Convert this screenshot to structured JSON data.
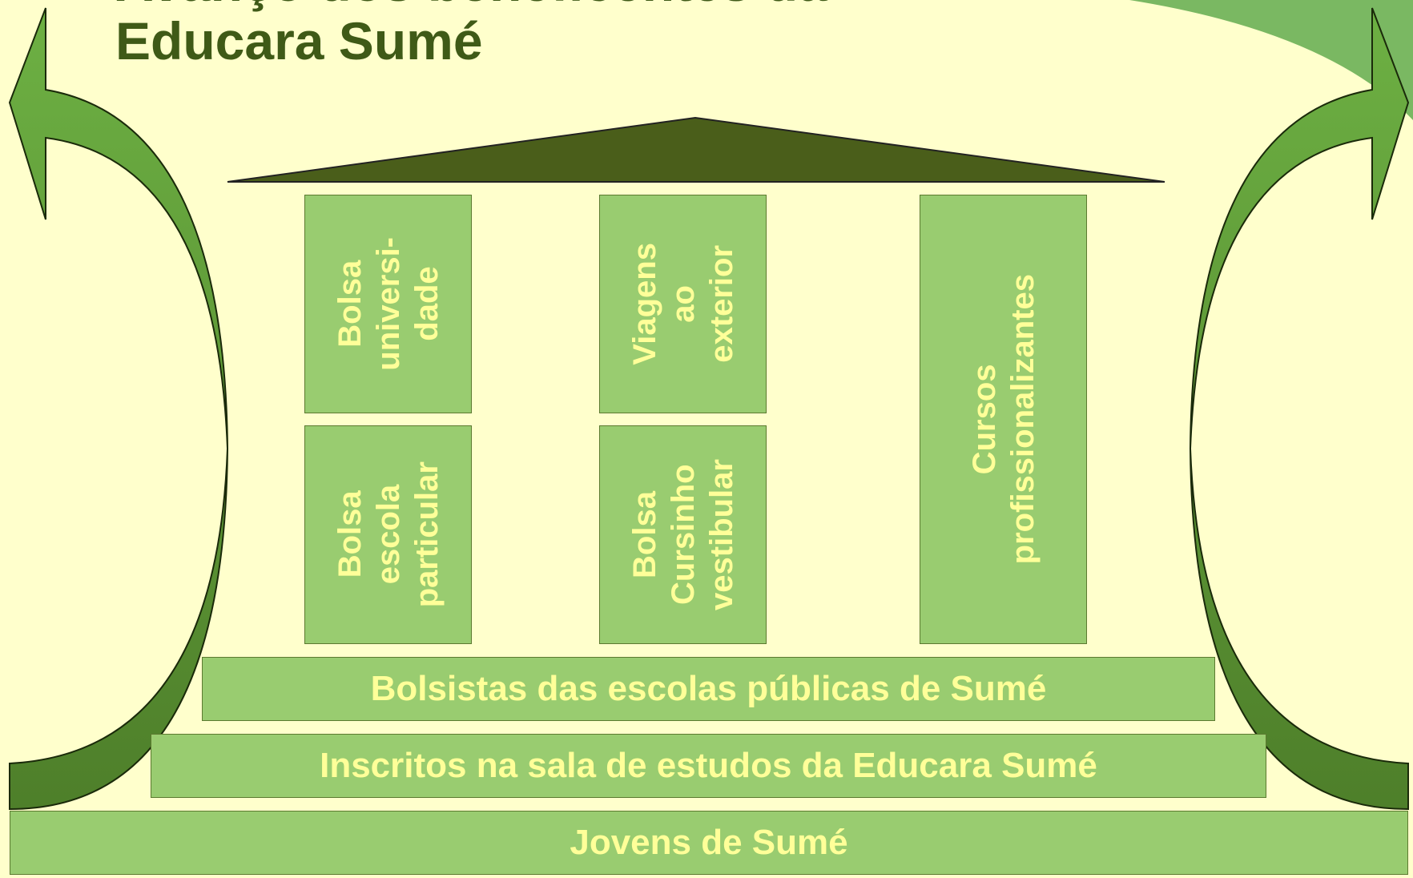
{
  "title": {
    "line1": "Avanço dos beneficentes da",
    "line2": "Educara Sumé"
  },
  "pillars": [
    {
      "label": "Bolsa\nuniversi-\ndade"
    },
    {
      "label": "Viagens\nao\nexterior"
    },
    {
      "label": "Bolsa\nescola\nparticular"
    },
    {
      "label": "Bolsa\nCursinho\nvestibular"
    },
    {
      "label": "Cursos\nprofissionalizantes"
    }
  ],
  "tiers": {
    "top": "Bolsistas das escolas públicas de Sumé",
    "middle": "Inscritos na sala de estudos da Educara Sumé",
    "base": "Jovens de Sumé"
  },
  "colors": {
    "background": "#ffffcc",
    "box_fill": "#99cc70",
    "box_text": "#ffff99",
    "roof": "#4a5e1a",
    "arrow": "#5f9e35",
    "title": "#3f5a17"
  }
}
